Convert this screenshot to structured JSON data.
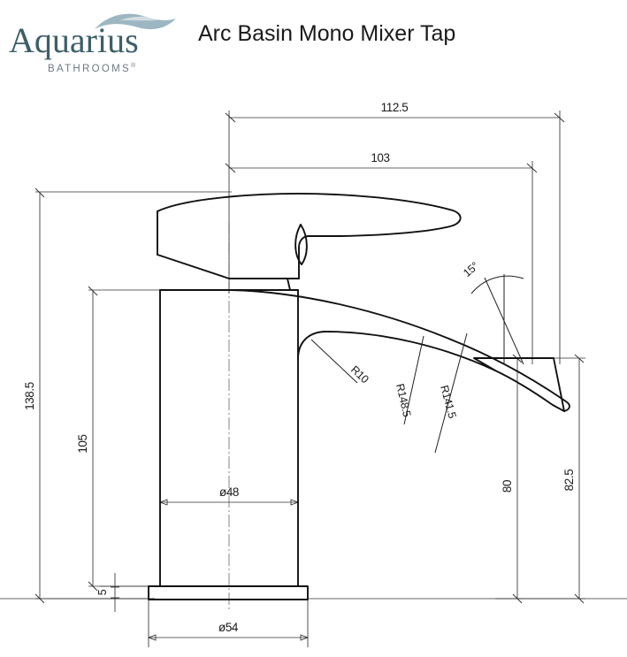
{
  "header": {
    "logo_wordmark": "Aquarius",
    "logo_subtitle": "BATHROOMS",
    "logo_registered": "®",
    "logo_wave_icon": "wave-swoosh-icon",
    "brand_color": "#3d5f69",
    "wave_color": "#9db7c2",
    "subtitle_color": "#6d7a80",
    "product_title": "Arc Basin Mono Mixer Tap"
  },
  "drawing": {
    "type": "technical-dimension-drawing",
    "subject": "Arc Basin Mono Mixer Tap side elevation",
    "units": "mm",
    "line_color": "#111111",
    "dimension_color": "#333333",
    "dimensions": {
      "overall_width_top": "112.5",
      "spout_reach": "103",
      "overall_height": "138.5",
      "body_height": "105",
      "base_plate_thickness": "5",
      "body_diameter": "ø48",
      "base_diameter": "ø54",
      "spout_height_inner": "80",
      "spout_height_outer": "82.5",
      "spout_angle": "15°",
      "radius_inner_fillet": "R10",
      "radius_upper_arc": "R148.5",
      "radius_lower_arc": "R141.5"
    },
    "callouts": [
      {
        "name": "width-112-5",
        "label": "112.5"
      },
      {
        "name": "reach-103",
        "label": "103"
      },
      {
        "name": "height-138-5",
        "label": "138.5"
      },
      {
        "name": "body-height-105",
        "label": "105"
      },
      {
        "name": "plate-thickness-5",
        "label": "5"
      },
      {
        "name": "body-dia-48",
        "label": "ø48"
      },
      {
        "name": "base-dia-54",
        "label": "ø54"
      },
      {
        "name": "spout-height-80",
        "label": "80"
      },
      {
        "name": "spout-height-82-5",
        "label": "82.5"
      },
      {
        "name": "angle-15",
        "label": "15°"
      },
      {
        "name": "radius-r10",
        "label": "R10"
      },
      {
        "name": "radius-r148-5",
        "label": "R148.5"
      },
      {
        "name": "radius-r141-5",
        "label": "R141.5"
      }
    ]
  }
}
